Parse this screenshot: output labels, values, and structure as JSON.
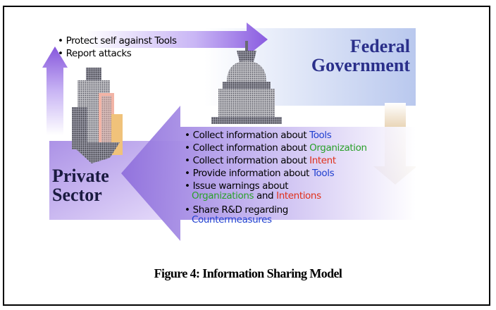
{
  "top_bullets": [
    "Protect self against Tools",
    "Report attacks"
  ],
  "federal": {
    "line1": "Federal",
    "line2": "Government"
  },
  "private": {
    "line1": "Private",
    "line2": "Sector"
  },
  "gov_bullets": [
    {
      "prefix": "Collect information about ",
      "hl": "Tools",
      "color": "blue"
    },
    {
      "prefix": "Collect information about ",
      "hl": "Organization",
      "color": "green"
    },
    {
      "prefix": "Collect information about ",
      "hl": "Intent",
      "color": "red"
    },
    {
      "prefix": "Provide information about ",
      "hl": "Tools",
      "color": "blue"
    }
  ],
  "warnings": {
    "line1": "Issue warnings about",
    "org": "Organizations",
    "and": " and ",
    "int": "Intentions"
  },
  "share": {
    "line1": "Share R&D regarding",
    "line2": "Countermeasures"
  },
  "caption": "Figure 4:  Information Sharing Model",
  "colors": {
    "accent_purple": "#8a5ce0",
    "accent_blue": "#1f3fd0",
    "accent_green": "#2aa02a",
    "accent_red": "#e0301a",
    "arrow_brown": "#a06a1a"
  }
}
